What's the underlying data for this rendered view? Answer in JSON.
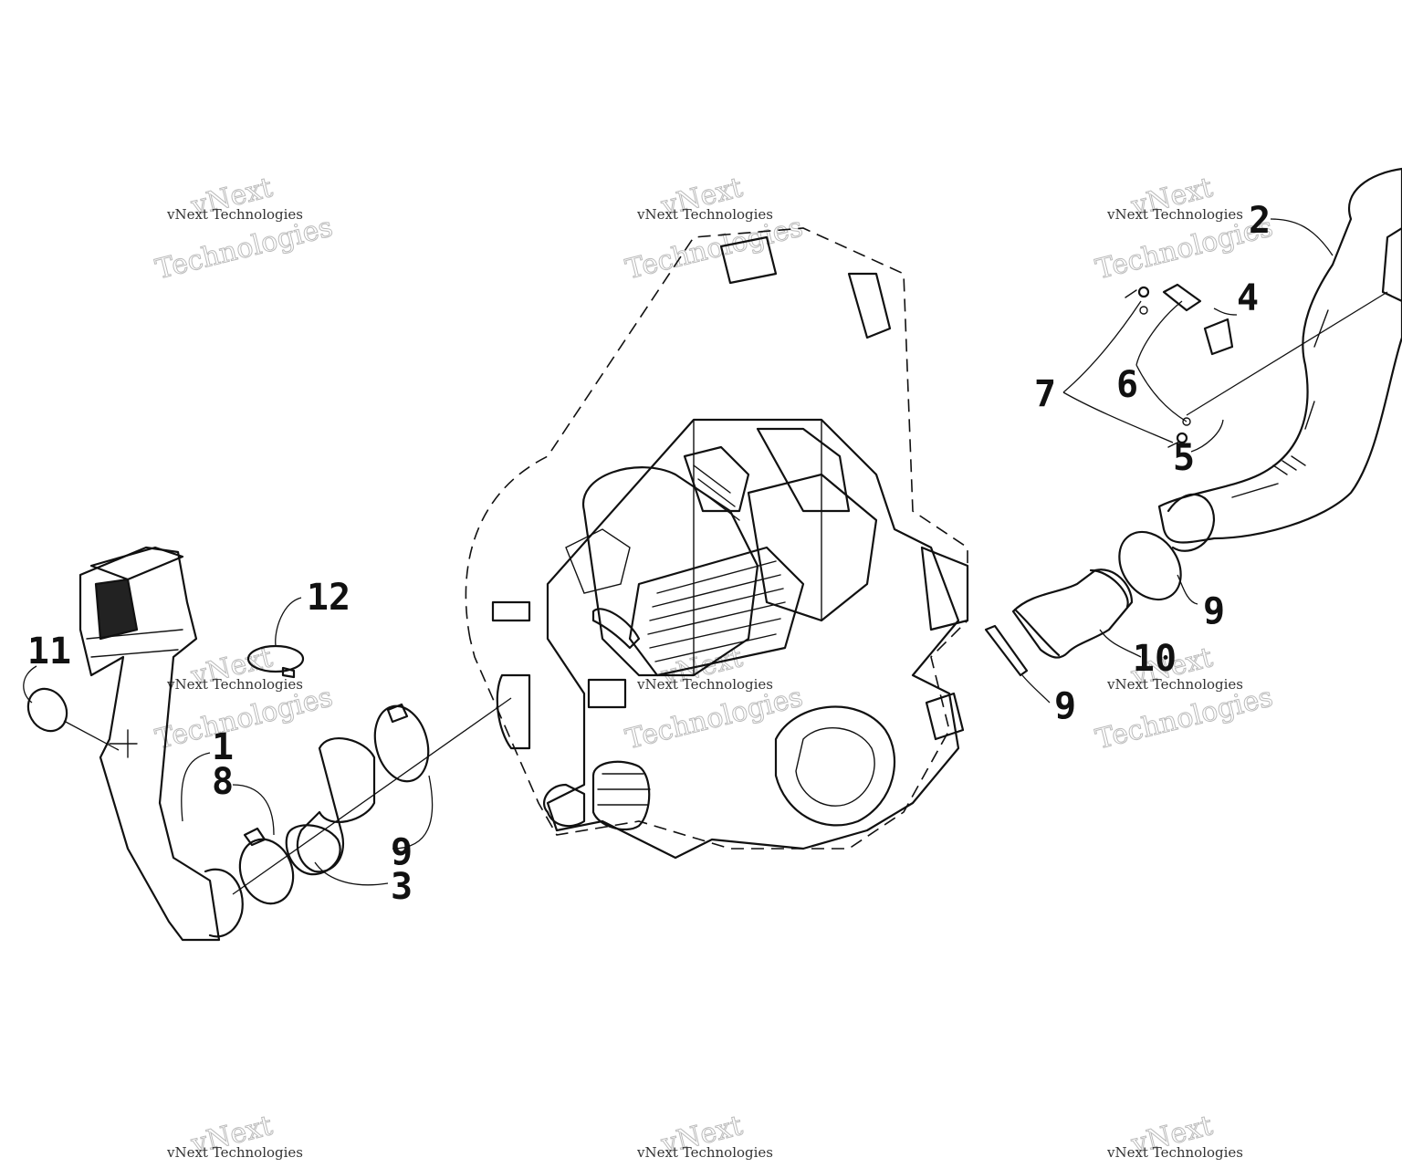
{
  "callouts": [
    {
      "id": "c1",
      "label": "1"
    },
    {
      "id": "c2",
      "label": "2"
    },
    {
      "id": "c3",
      "label": "3"
    },
    {
      "id": "c4",
      "label": "4"
    },
    {
      "id": "c5",
      "label": "5"
    },
    {
      "id": "c6",
      "label": "6"
    },
    {
      "id": "c7",
      "label": "7"
    },
    {
      "id": "c8",
      "label": "8"
    },
    {
      "id": "c9a",
      "label": "9"
    },
    {
      "id": "c9b",
      "label": "9"
    },
    {
      "id": "c9c",
      "label": "9"
    },
    {
      "id": "c10",
      "label": "10"
    },
    {
      "id": "c11",
      "label": "11"
    },
    {
      "id": "c12",
      "label": "12"
    }
  ],
  "watermark": {
    "line_small": "vNext Technologies",
    "line_top": "vNext",
    "line_big": "Technologies"
  }
}
